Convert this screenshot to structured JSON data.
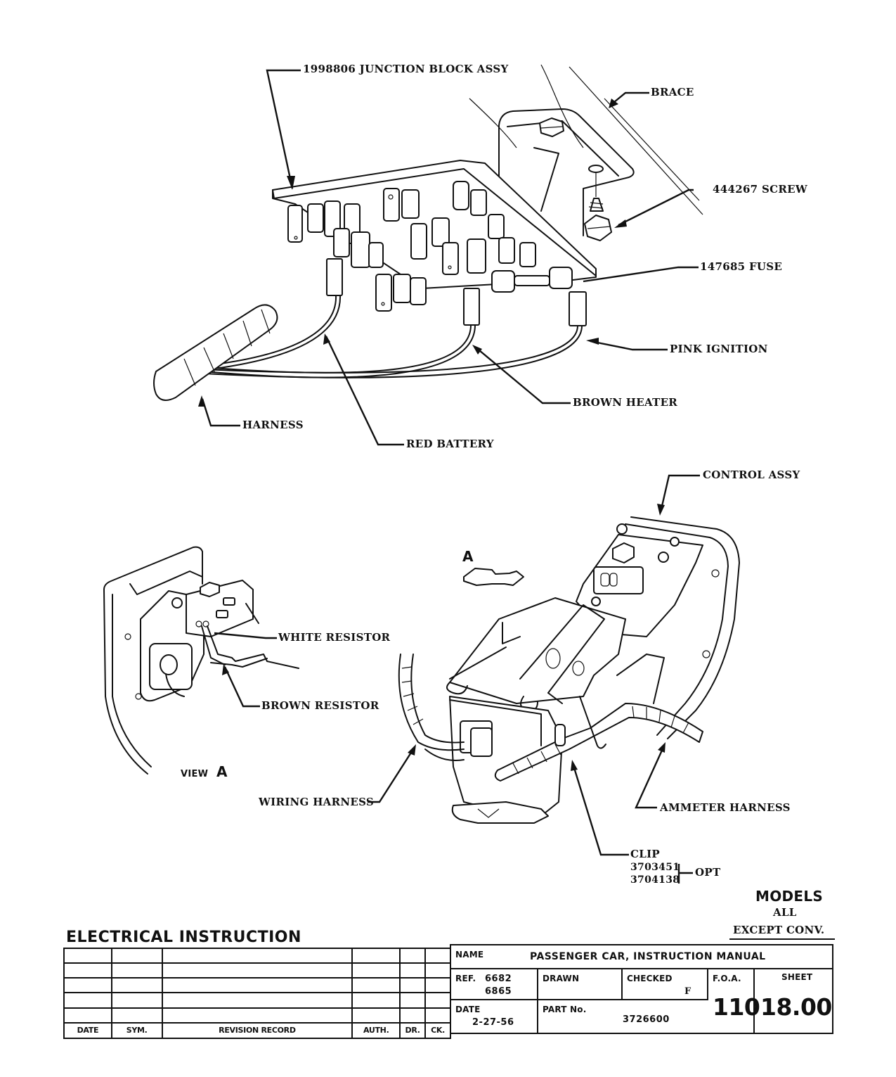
{
  "document": {
    "type": "electrical instruction drawing",
    "heading": "ELECTRICAL INSTRUCTION"
  },
  "callouts": {
    "junction_block": "1998806 JUNCTION BLOCK ASSY",
    "brace": "BRACE",
    "screw": "444267 SCREW",
    "fuse": "147685 FUSE",
    "pink_ignition": "PINK IGNITION",
    "brown_heater": "BROWN HEATER",
    "harness": "HARNESS",
    "red_battery": "RED BATTERY",
    "control_assy": "CONTROL ASSY",
    "view_arrow_letter": "A",
    "white_resistor": "WHITE  RESISTOR",
    "brown_resistor": "BROWN RESISTOR",
    "view_a_label": "VIEW",
    "view_a_letter": "A",
    "wiring_harness": "WIRING HARNESS",
    "ammeter_harness": "AMMETER HARNESS",
    "clip": "CLIP",
    "clip_part_1": "3703451",
    "clip_part_2": "3704138",
    "clip_opt": "OPT"
  },
  "models": {
    "heading": "MODELS",
    "line1": "ALL",
    "line2": "EXCEPT CONV."
  },
  "revision_table": {
    "columns": [
      "DATE",
      "SYM.",
      "REVISION RECORD",
      "AUTH.",
      "DR.",
      "CK."
    ],
    "rows": [
      [
        "",
        "",
        "",
        "",
        "",
        ""
      ],
      [
        "",
        "",
        "",
        "",
        "",
        ""
      ],
      [
        "",
        "",
        "",
        "",
        "",
        ""
      ],
      [
        "",
        "",
        "",
        "",
        "",
        ""
      ],
      [
        "",
        "",
        "",
        "",
        "",
        ""
      ]
    ]
  },
  "title_block": {
    "name_label": "NAME",
    "name_value": "PASSENGER CAR, INSTRUCTION MANUAL",
    "ref_label": "REF.",
    "ref_values": [
      "6682",
      "6865"
    ],
    "drawn_label": "DRAWN",
    "drawn_value": "",
    "checked_label": "CHECKED",
    "checked_value": "F",
    "foa_label": "F.O.A.",
    "foa_value": "110",
    "sheet_label": "SHEET",
    "sheet_value": "18.00",
    "date_label": "DATE",
    "date_value": "2-27-56",
    "part_label": "PART No.",
    "part_value": "3726600"
  }
}
